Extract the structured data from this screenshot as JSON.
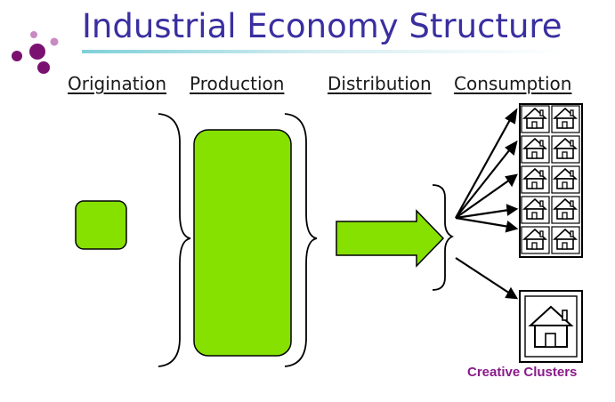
{
  "title": "Industrial Economy Structure",
  "columns": {
    "origination": "Origination",
    "production": "Production",
    "distribution": "Distribution",
    "consumption": "Consumption"
  },
  "caption": "Creative Clusters",
  "colors": {
    "title": "#3a2fa0",
    "green": "#86e000",
    "logo_dark": "#7a1170",
    "logo_light": "#c98ac4",
    "caption": "#8a1a8a"
  },
  "icons": [
    "logo-dots",
    "house-icon",
    "arrow-icon",
    "brace-icon"
  ]
}
